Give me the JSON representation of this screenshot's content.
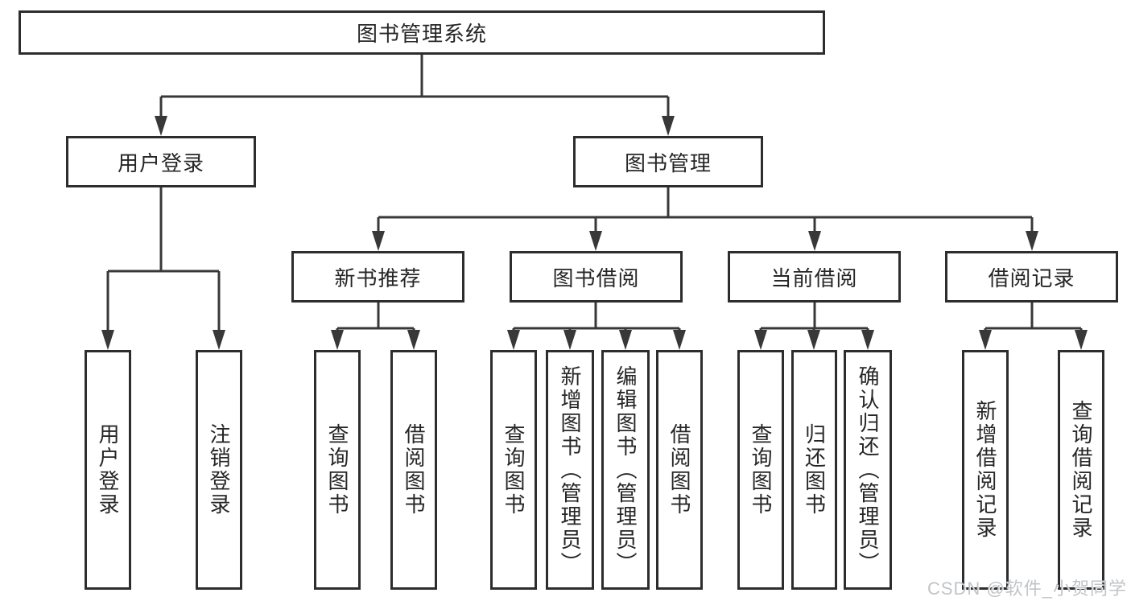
{
  "tree": {
    "root": "图书管理系统",
    "children": [
      {
        "label": "用户登录",
        "children": [
          "用户登录",
          "注销登录"
        ]
      },
      {
        "label": "图书管理",
        "children": [
          {
            "label": "新书推荐",
            "children": [
              "查询图书",
              "借阅图书"
            ]
          },
          {
            "label": "图书借阅",
            "children": [
              "查询图书",
              "新增图书（管理员）",
              "编辑图书（管理员）",
              "借阅图书"
            ]
          },
          {
            "label": "当前借阅",
            "children": [
              "查询图书",
              "归还图书",
              "确认归还（管理员）"
            ]
          },
          {
            "label": "借阅记录",
            "children": [
              "新增借阅记录",
              "查询借阅记录"
            ]
          }
        ]
      }
    ]
  },
  "watermark": "CSDN @软件_小贺同学",
  "colors": {
    "background": "#ffffff",
    "line": "#383838",
    "box_border": "#2d2d2d",
    "text": "#262626",
    "watermark": "#c1c4c8"
  }
}
